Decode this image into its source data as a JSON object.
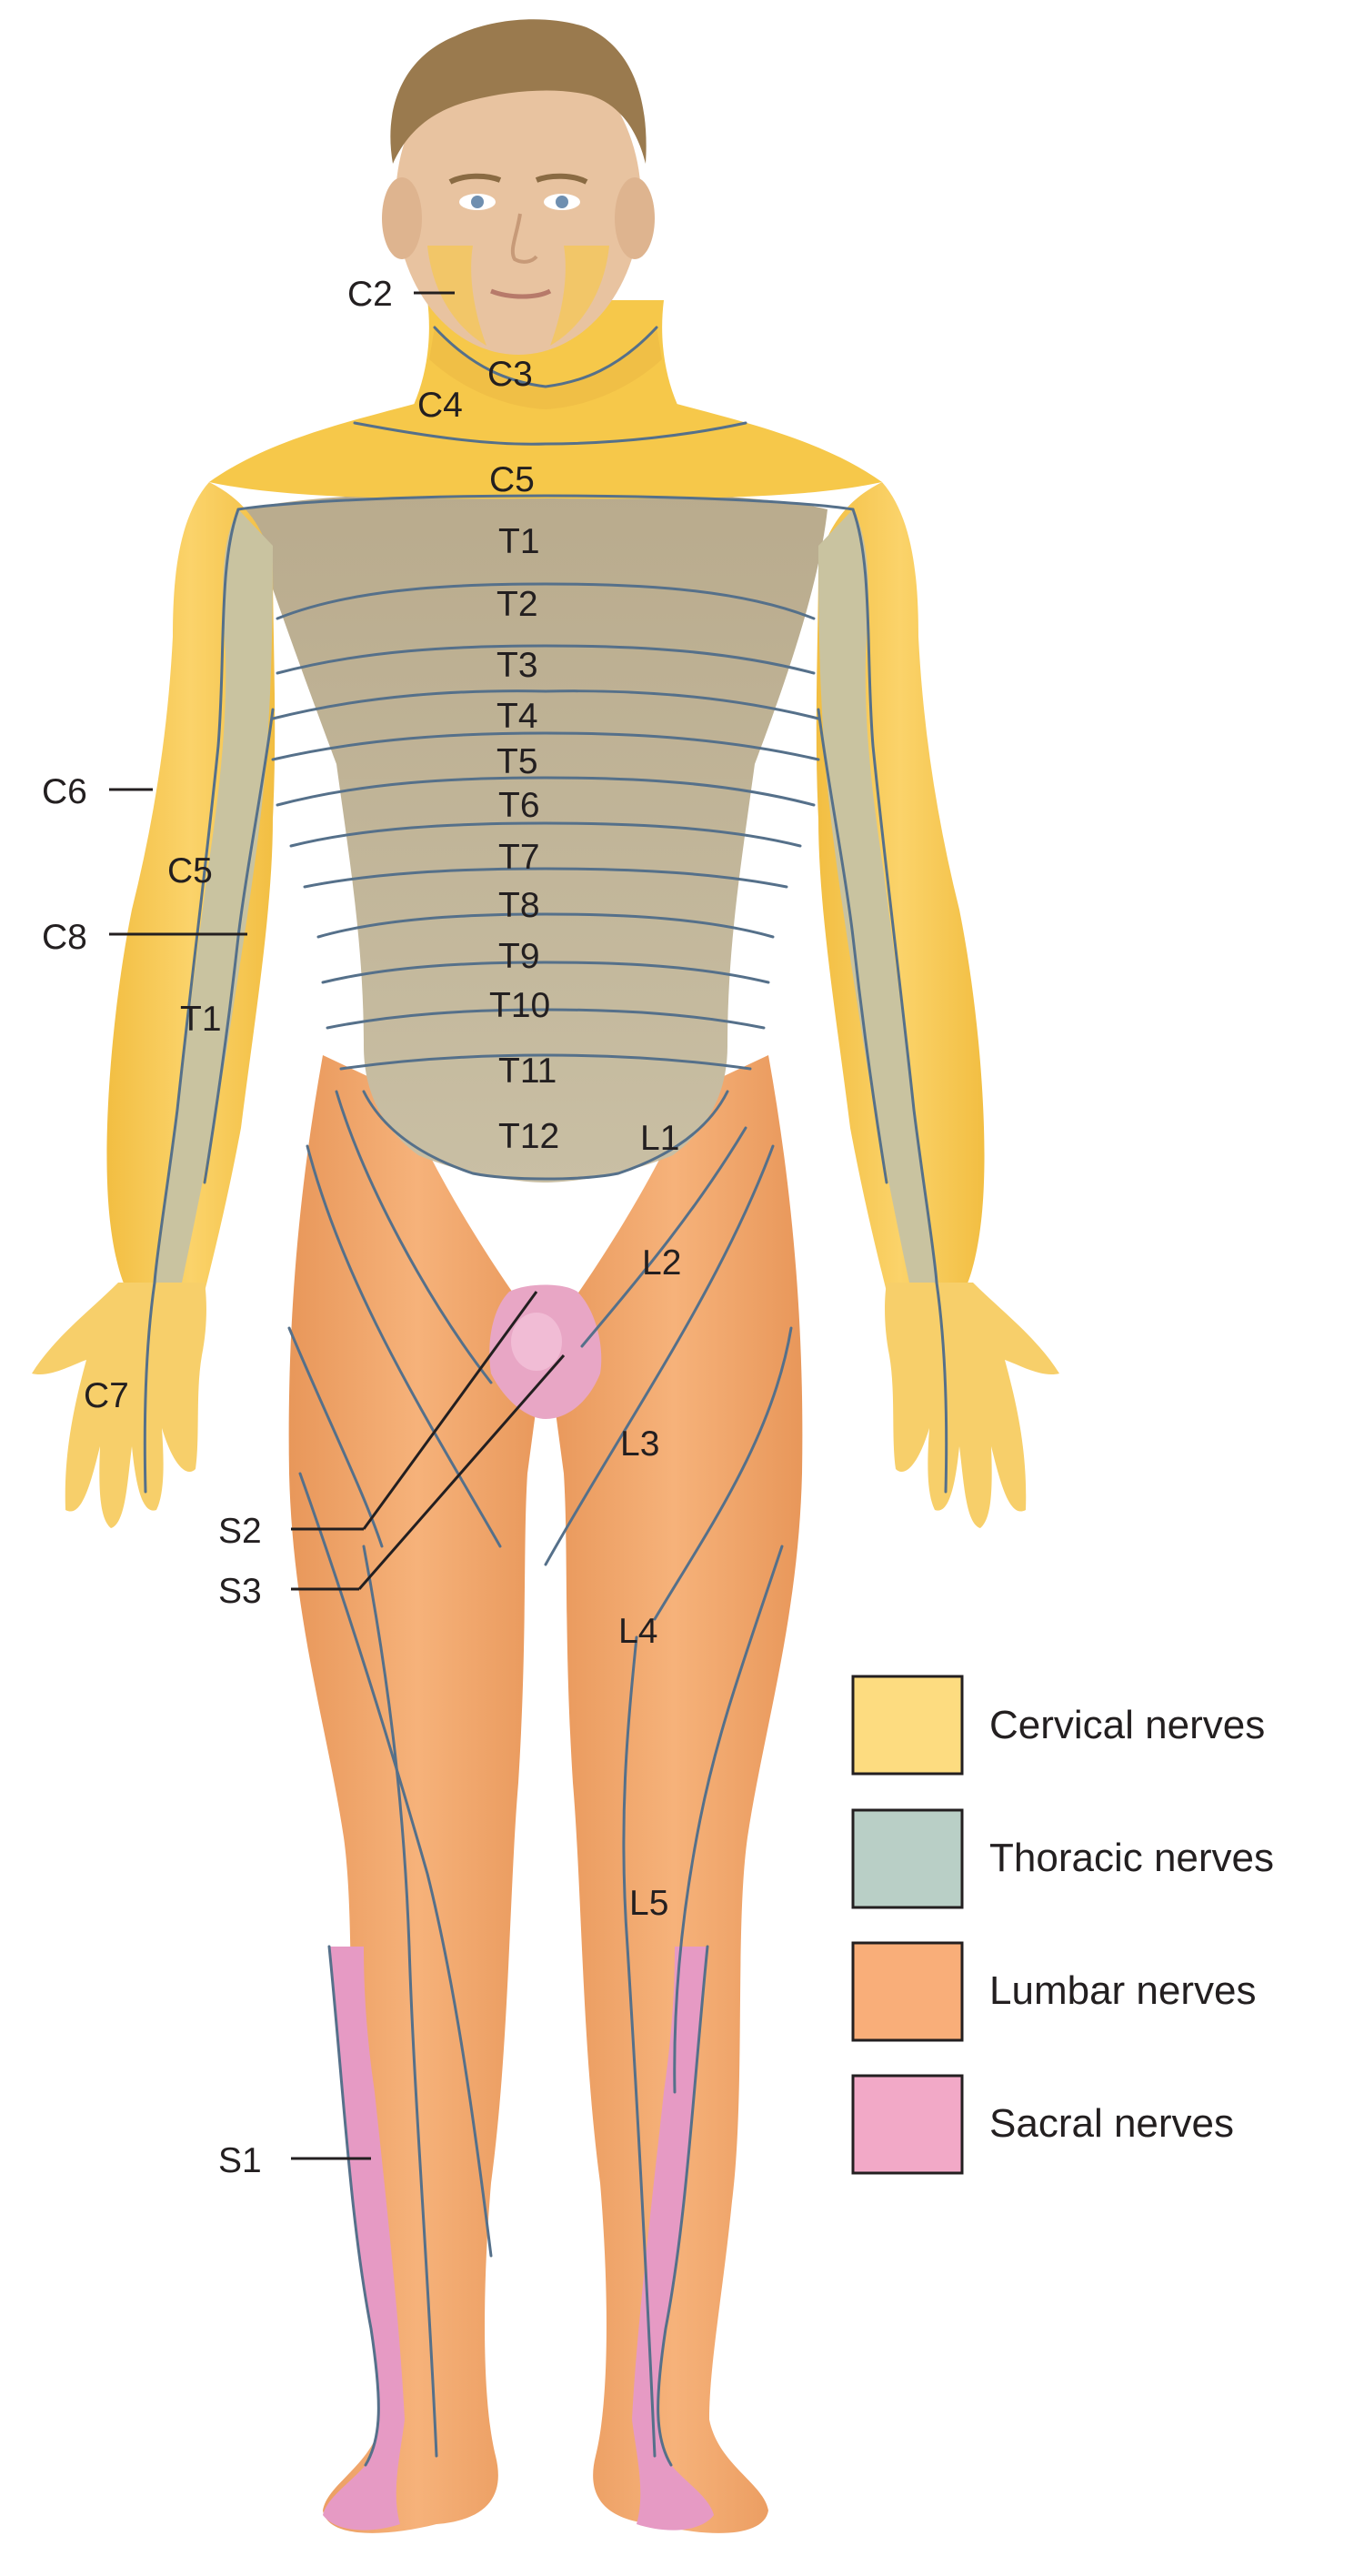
{
  "labels": {
    "c2": "C2",
    "c3": "C3",
    "c4": "C4",
    "c5": "C5",
    "t1": "T1",
    "t2": "T2",
    "t3": "T3",
    "t4": "T4",
    "t5": "T5",
    "t6": "T6",
    "t7": "T7",
    "t8": "T8",
    "t9": "T9",
    "t10": "T10",
    "t11": "T11",
    "t12": "T12",
    "c6_arm": "C6",
    "c5_arm": "C5",
    "c8_arm": "C8",
    "t1_arm": "T1",
    "c7_hand": "C7",
    "l1": "L1",
    "l2": "L2",
    "l3": "L3",
    "l4": "L4",
    "l5": "L5",
    "s1": "S1",
    "s2": "S2",
    "s3": "S3"
  },
  "legend": [
    {
      "label": "Cervical nerves",
      "color": "#fddc80"
    },
    {
      "label": "Thoracic nerves",
      "color": "#b9cfc6"
    },
    {
      "label": "Lumbar nerves",
      "color": "#f9ae79"
    },
    {
      "label": "Sacral nerves",
      "color": "#f2a9c7"
    }
  ],
  "region_colors": {
    "cervical": "#f8c84a",
    "thoracic": "#b3a58a",
    "lumbar": "#f0a468",
    "sacral": "#e58fbf",
    "hair": "#9a7a4e",
    "face": "#e8c3a0"
  }
}
